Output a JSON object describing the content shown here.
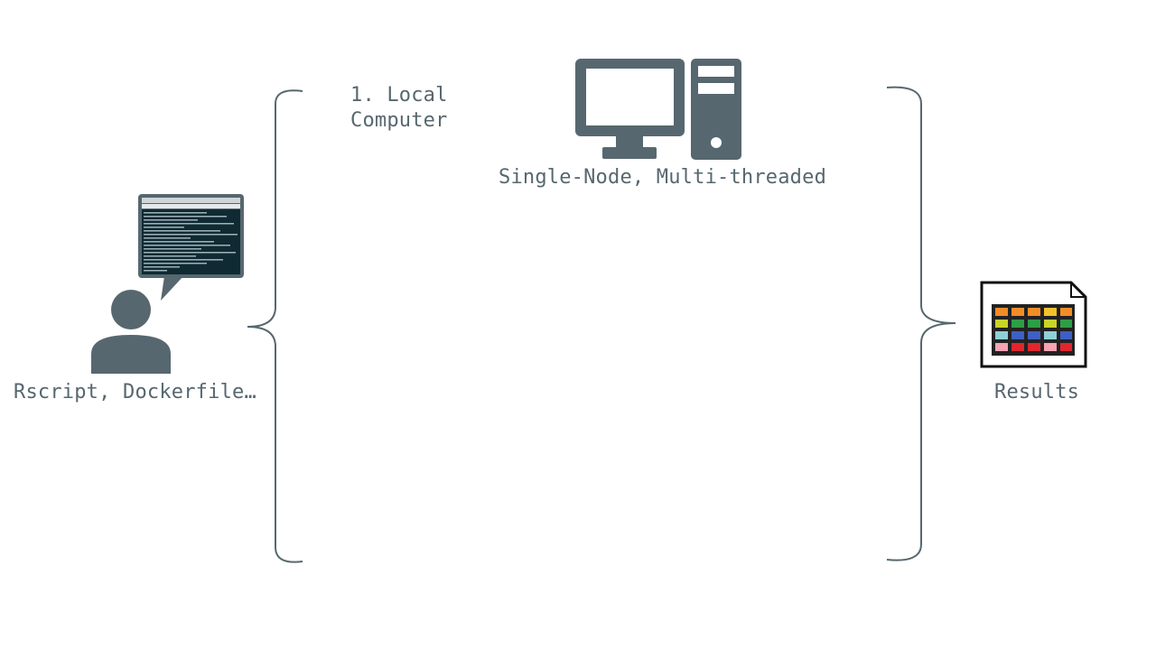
{
  "colors": {
    "icon": "#57676f",
    "terminal_bg": "#0f2a33",
    "terminal_text": "#9fb3b8",
    "grid": [
      "#f28c28",
      "#c8d42a",
      "#2e9e46",
      "#3f5fc4",
      "#e0262f",
      "#f5a3b5",
      "#8fd0d8"
    ]
  },
  "icons": {
    "user": "user-icon",
    "speech": "speech-bubble-terminal-icon",
    "computer": "desktop-computer-icon",
    "results": "spreadsheet-icon"
  },
  "diagram": {
    "step_label_line1": "1. Local",
    "step_label_line2": "Computer",
    "computer_caption": "Single-Node, Multi-threaded",
    "user_caption": "Rscript, Dockerfile…",
    "results_caption": "Results"
  }
}
